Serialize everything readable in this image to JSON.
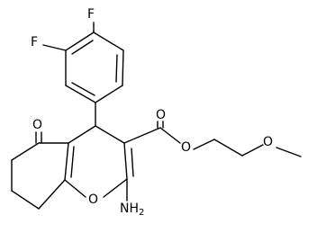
{
  "structure": {
    "atom_labels": {
      "f_upper": "F",
      "f_lower": "F",
      "o_ketone": "O",
      "o_carbonyl": "O",
      "o_ester": "O",
      "o_ether": "O",
      "o_ring": "O",
      "amino": "NH",
      "amino_subscript": "2"
    }
  }
}
